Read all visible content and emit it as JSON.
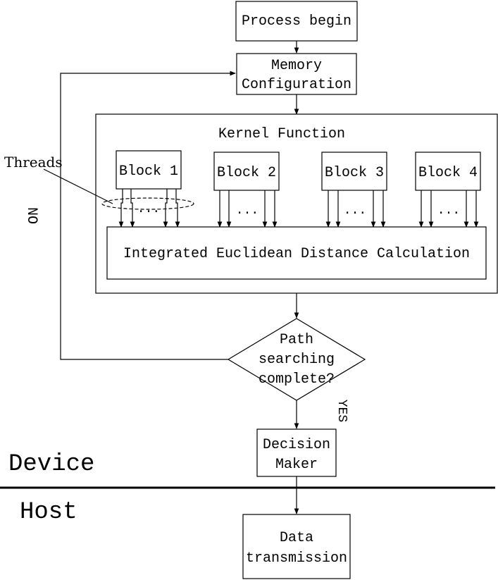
{
  "process_begin": "Process begin",
  "memory_configuration": [
    "Memory",
    "Configuration"
  ],
  "kernel_function": "Kernel Function",
  "threads_label": "Threads",
  "blocks": [
    "Block 1",
    "Block 2",
    "Block 3",
    "Block 4"
  ],
  "ellipsis": "...",
  "integrated_calc": "Integrated Euclidean Distance Calculation",
  "decision_diamond": [
    "Path",
    "searching",
    "complete?"
  ],
  "no_label": "NO",
  "yes_label": "YES",
  "decision_maker": [
    "Decision",
    "Maker"
  ],
  "device_label": "Device",
  "host_label": "Host",
  "data_transmission": [
    "Data",
    "transmission"
  ]
}
